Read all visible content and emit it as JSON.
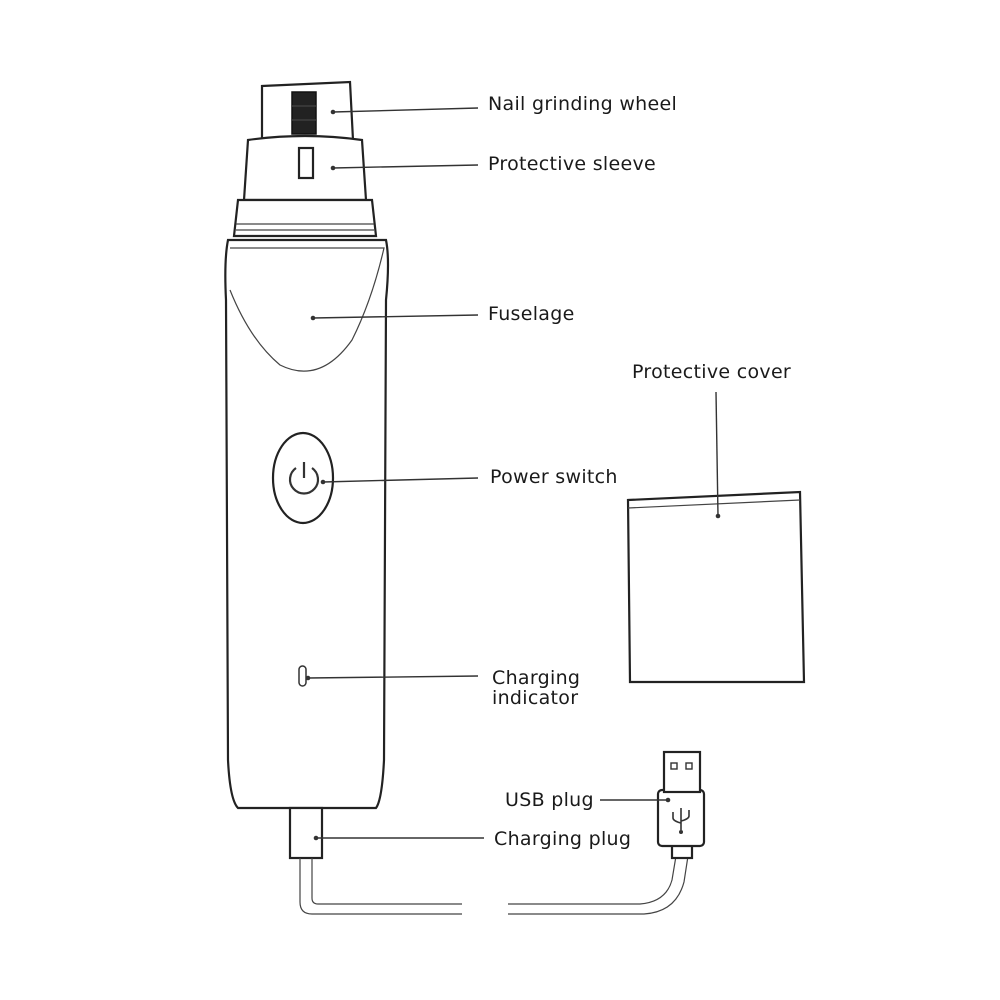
{
  "labels": {
    "nail_grinding_wheel": "Nail grinding wheel",
    "protective_sleeve": "Protective sleeve",
    "fuselage": "Fuselage",
    "protective_cover": "Protective cover",
    "power_switch": "Power switch",
    "charging_indicator_line1": "Charging",
    "charging_indicator_line2": "indicator",
    "usb_plug": "USB plug",
    "charging_plug": "Charging plug"
  },
  "colors": {
    "outline": "#222222",
    "background": "#ffffff",
    "grinding_wheel": "#222222"
  },
  "icons": {
    "power": "power-icon",
    "usb": "usb-icon"
  }
}
